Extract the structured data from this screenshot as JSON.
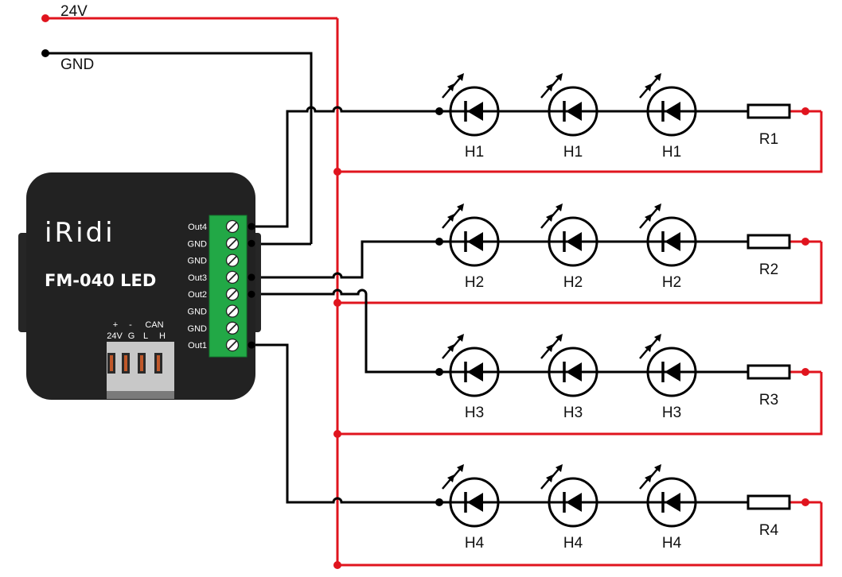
{
  "supply": {
    "positive_label": "24V",
    "ground_label": "GND"
  },
  "device": {
    "brand": "iRidi",
    "model": "FM-040 LED",
    "terminals": [
      "Out4",
      "GND",
      "GND",
      "Out3",
      "Out2",
      "GND",
      "GND",
      "Out1"
    ],
    "connector": {
      "top": [
        "+",
        "-",
        "CAN"
      ],
      "bottom": [
        "24V",
        "G",
        "L",
        "H"
      ]
    }
  },
  "channels": [
    {
      "leds": [
        "H1",
        "H1",
        "H1"
      ],
      "resistor": "R1"
    },
    {
      "leds": [
        "H2",
        "H2",
        "H2"
      ],
      "resistor": "R2"
    },
    {
      "leds": [
        "H3",
        "H3",
        "H3"
      ],
      "resistor": "R3"
    },
    {
      "leds": [
        "H4",
        "H4",
        "H4"
      ],
      "resistor": "R4"
    }
  ],
  "colors": {
    "positive_wire": "#e0141e",
    "ground_wire": "#000000",
    "terminal_block": "#22a846",
    "device_body": "#222222"
  }
}
